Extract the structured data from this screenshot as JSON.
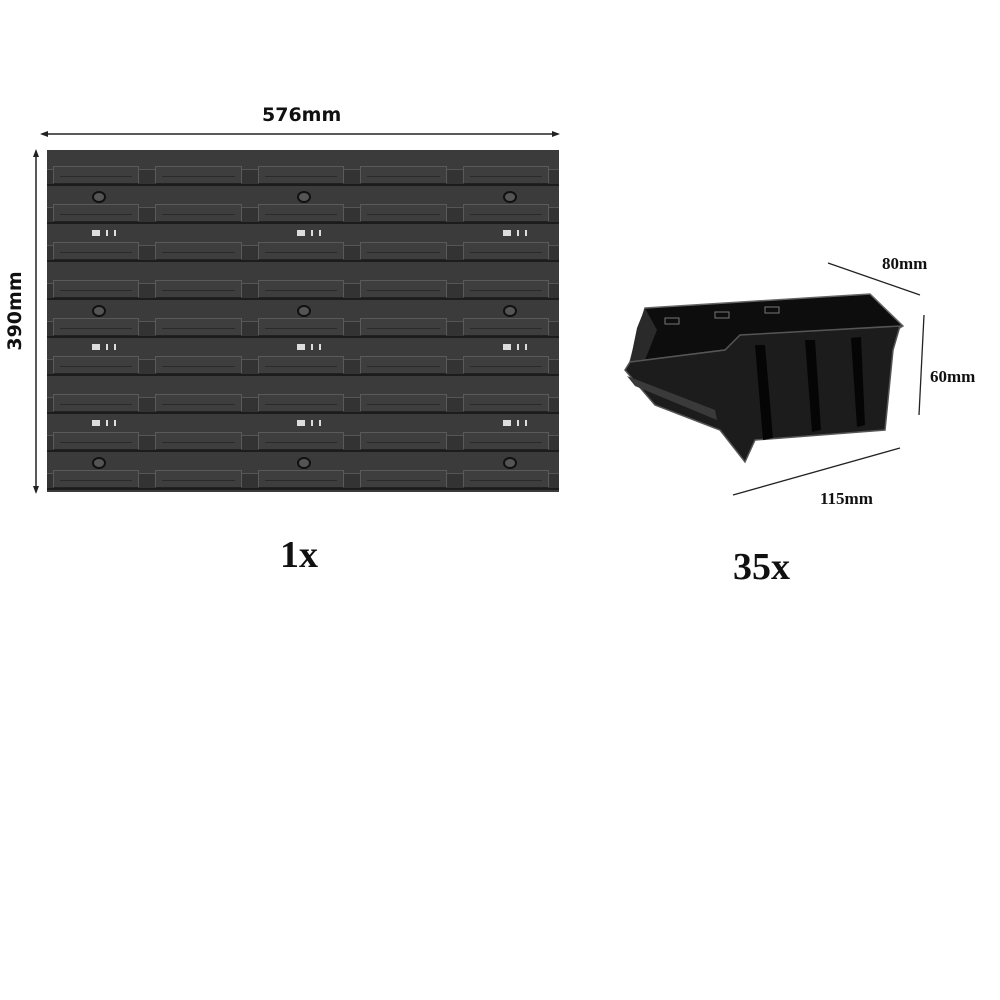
{
  "panel": {
    "width_label": "576mm",
    "height_label": "390mm",
    "quantity": "1x",
    "rows": 9,
    "slots_per_row": 5,
    "color": "#3b3b3b"
  },
  "bin": {
    "depth_label": "80mm",
    "height_label": "60mm",
    "width_label": "115mm",
    "quantity": "35x",
    "color": "#1a1a1a"
  }
}
